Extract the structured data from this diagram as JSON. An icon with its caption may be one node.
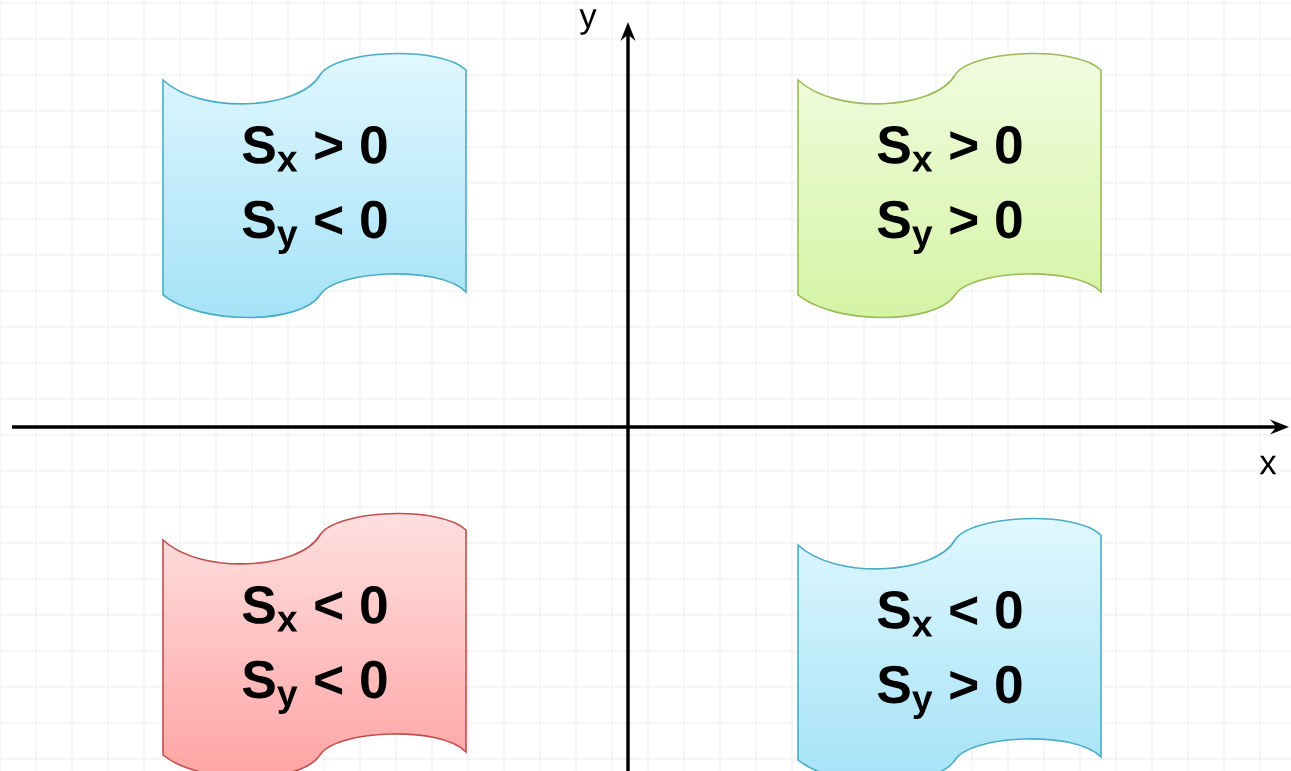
{
  "diagram": {
    "nodes": [
      {
        "text": [
          "S$_{x}$ > 0",
          "S$_{y}$ < 0"
        ]
      },
      {
        "text": [
          "S$_{x}$ > 0",
          "S$_{y}$ > 0"
        ]
      },
      {
        "text": [
          "S$_{x}$ < 0",
          "S$_{y}$ < 0"
        ]
      },
      {
        "text": [
          "S$_{x}$ < 0",
          "S$_{y}$ > 0"
        ]
      }
    ],
    "labels": [
      "y",
      "x"
    ]
  }
}
